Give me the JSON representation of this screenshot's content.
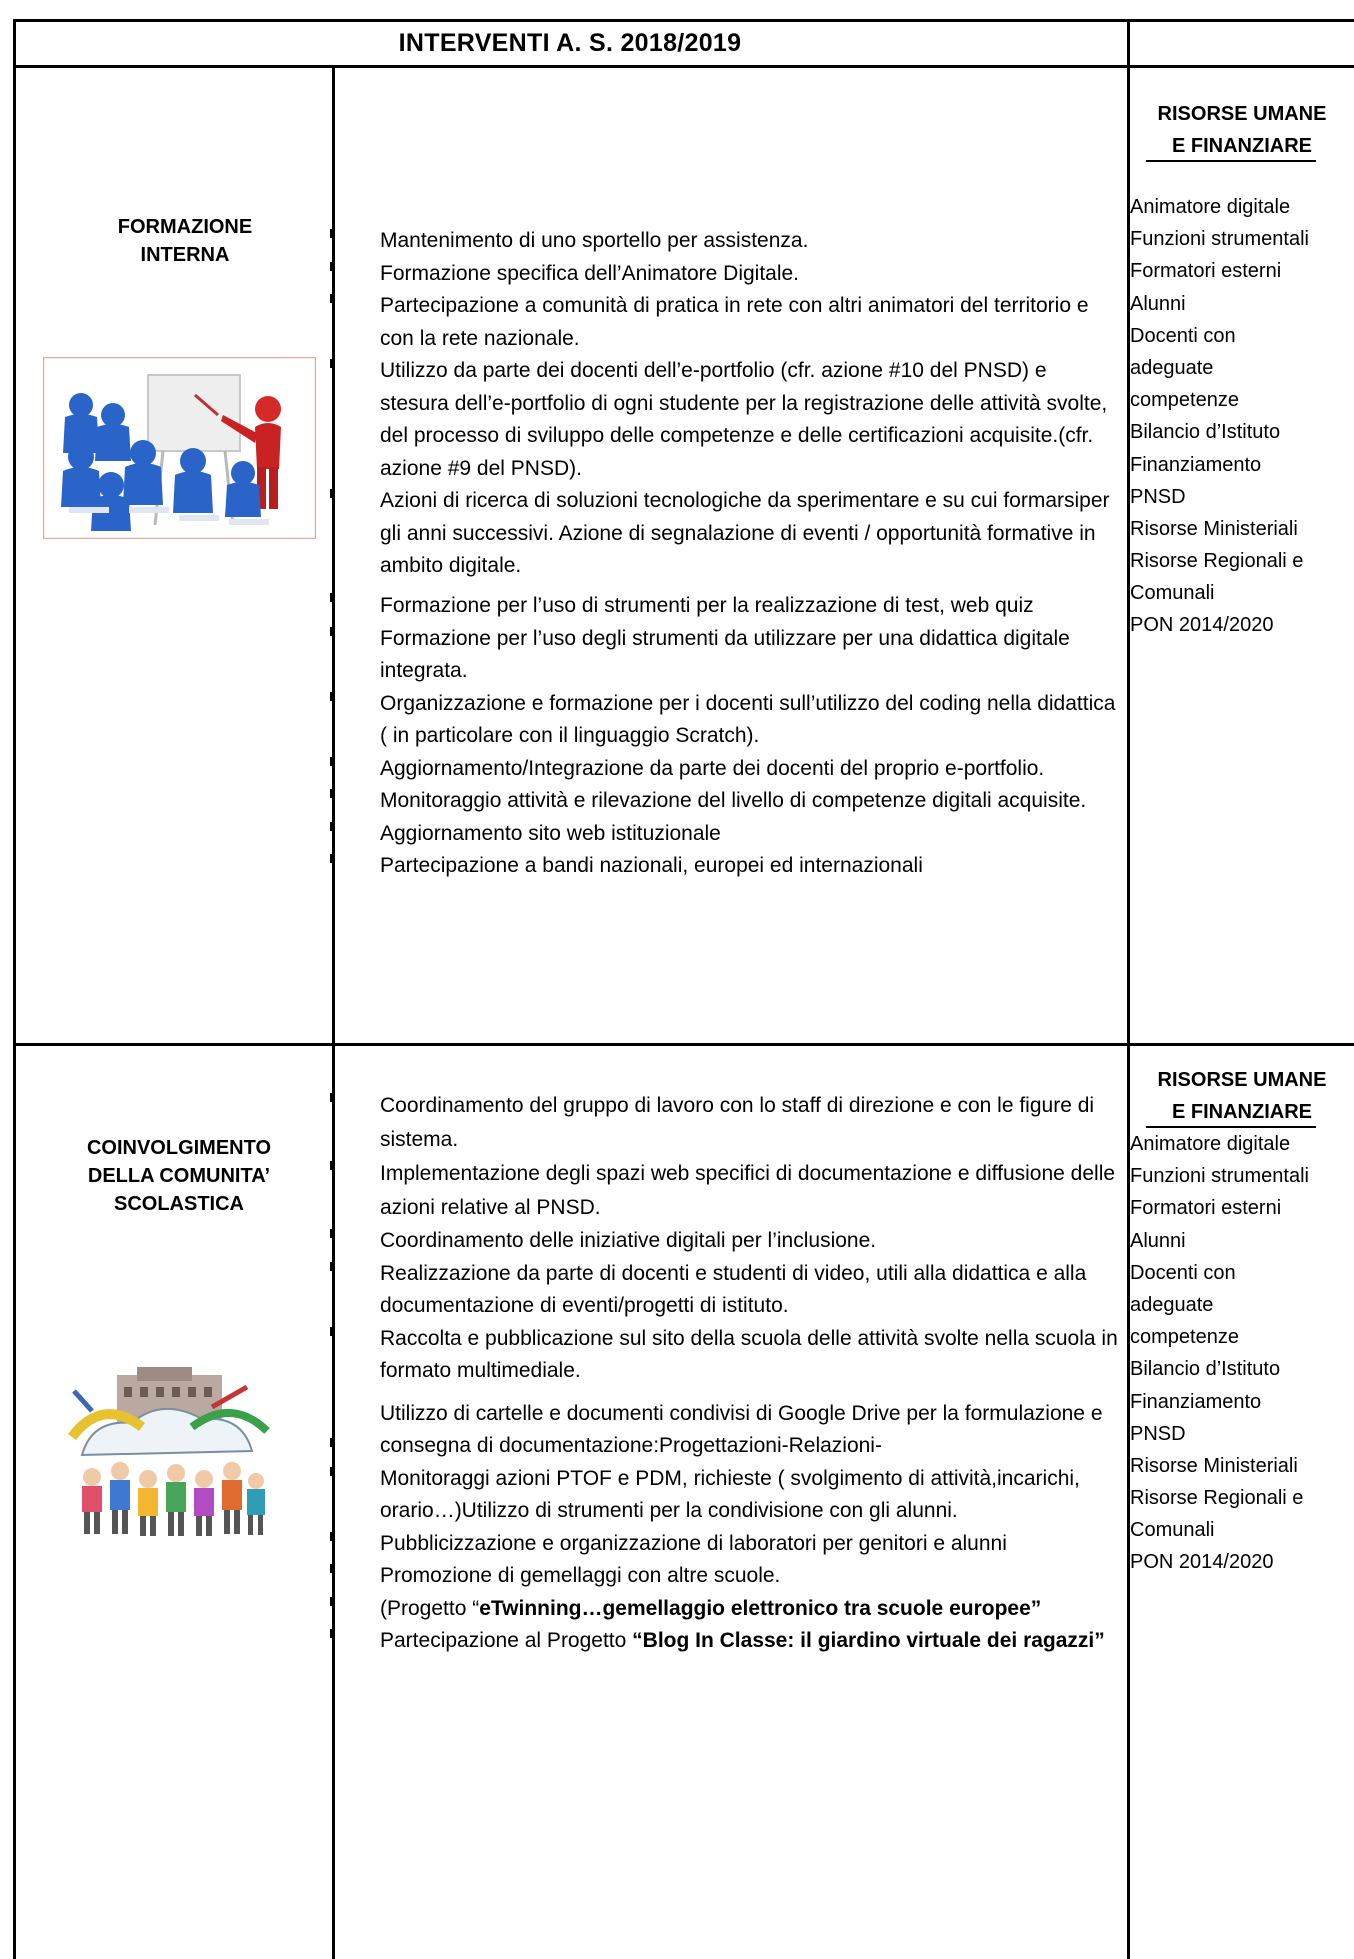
{
  "header": {
    "title": "INTERVENTI A. S. 2018/2019"
  },
  "sections": [
    {
      "name": "FORMAZIONE INTERNA",
      "name_lines": [
        "FORMAZIONE",
        "INTERNA"
      ],
      "image_icon": "training-presentation-illustration",
      "items": [
        "Mantenimento di uno sportello per assistenza.",
        "Formazione specifica dell’Animatore Digitale.",
        "Partecipazione a comunità di pratica in rete con altri animatori del territorio e con la rete nazionale.",
        "Utilizzo da parte dei docenti dell’e-portfolio (cfr. azione #10 del PNSD) e stesura dell’e-portfolio di ogni studente per la registrazione delle attività svolte, del processo di sviluppo delle competenze e delle certificazioni acquisite.(cfr. azione #9 del PNSD).",
        "Azioni di ricerca di soluzioni tecnologiche da sperimentare e su cui formarsiper gli anni successivi. Azione di segnalazione di eventi / opportunità formative in ambito digitale.",
        "Formazione per l’uso di strumenti per la realizzazione di test, web quiz",
        "Formazione per l’uso degli strumenti da utilizzare per una didattica digitale integrata.",
        "Organizzazione e formazione per i docenti sull’utilizzo del coding nella didattica ( in particolare con il linguaggio Scratch).",
        "Aggiornamento/Integrazione da parte dei docenti del proprio e-portfolio.",
        "Monitoraggio attività e rilevazione del livello di competenze digitali acquisite.",
        "Aggiornamento sito web istituzionale",
        "Partecipazione a bandi nazionali, europei ed internazionali"
      ],
      "resources_title_lines": [
        "RISORSE UMANE",
        "E FINANZIARE"
      ],
      "resources": [
        "Animatore digitale",
        "Funzioni strumentali",
        "Formatori esterni",
        "Alunni",
        "Docenti con",
        "adeguate",
        "competenze",
        "Bilancio d’Istituto",
        "Finanziamento",
        "PNSD",
        "Risorse Ministeriali",
        "Risorse Regionali e",
        "Comunali",
        "PON 2014/2020"
      ]
    },
    {
      "name": "COINVOLGIMENTO DELLA COMUNITA’ SCOLASTICA",
      "name_lines": [
        "COINVOLGIMENTO",
        "DELLA COMUNITA’",
        "SCOLASTICA"
      ],
      "image_icon": "school-community-children-illustration",
      "items": [
        "Coordinamento del gruppo di lavoro con lo staff di direzione e con le figure di sistema.",
        "Implementazione degli spazi web specifici di documentazione e diffusione delle azioni relative al PNSD.",
        "Coordinamento delle iniziative digitali per l’inclusione.",
        "Realizzazione da parte di docenti e studenti di video, utili alla didattica e alla documentazione di eventi/progetti di istituto.",
        "Raccolta e pubblicazione sul sito della scuola delle attività svolte nella scuola in formato multimediale.",
        "Utilizzo di cartelle e documenti condivisi di Google Drive per la formulazione e consegna di documentazione:Progettazioni-Relazioni-",
        "Monitoraggi azioni PTOF e PDM, richieste ( svolgimento di attività,incarichi, orario…)Utilizzo di strumenti per la condivisione con gli alunni.",
        "Pubblicizzazione e organizzazione di laboratori per genitori e alunni",
        "Promozione di gemellaggi con altre scuole."
      ],
      "etwinning_prefix": "(Progetto “",
      "etwinning_bold": "eTwinning…gemellaggio elettronico tra scuole europee”",
      "blog_prefix": "Partecipazione al Progetto ",
      "blog_bold": "“Blog In Classe: il giardino virtuale dei ragazzi”",
      "resources_title_lines": [
        "RISORSE UMANE",
        "E FINANZIARE"
      ],
      "resources": [
        "Animatore digitale",
        "Funzioni strumentali",
        "Formatori esterni",
        "Alunni",
        "Docenti con",
        "adeguate",
        "competenze",
        "Bilancio d’Istituto",
        "Finanziamento",
        "PNSD",
        "Risorse Ministeriali",
        "Risorse Regionali e",
        "Comunali",
        "PON 2014/2020"
      ]
    }
  ]
}
